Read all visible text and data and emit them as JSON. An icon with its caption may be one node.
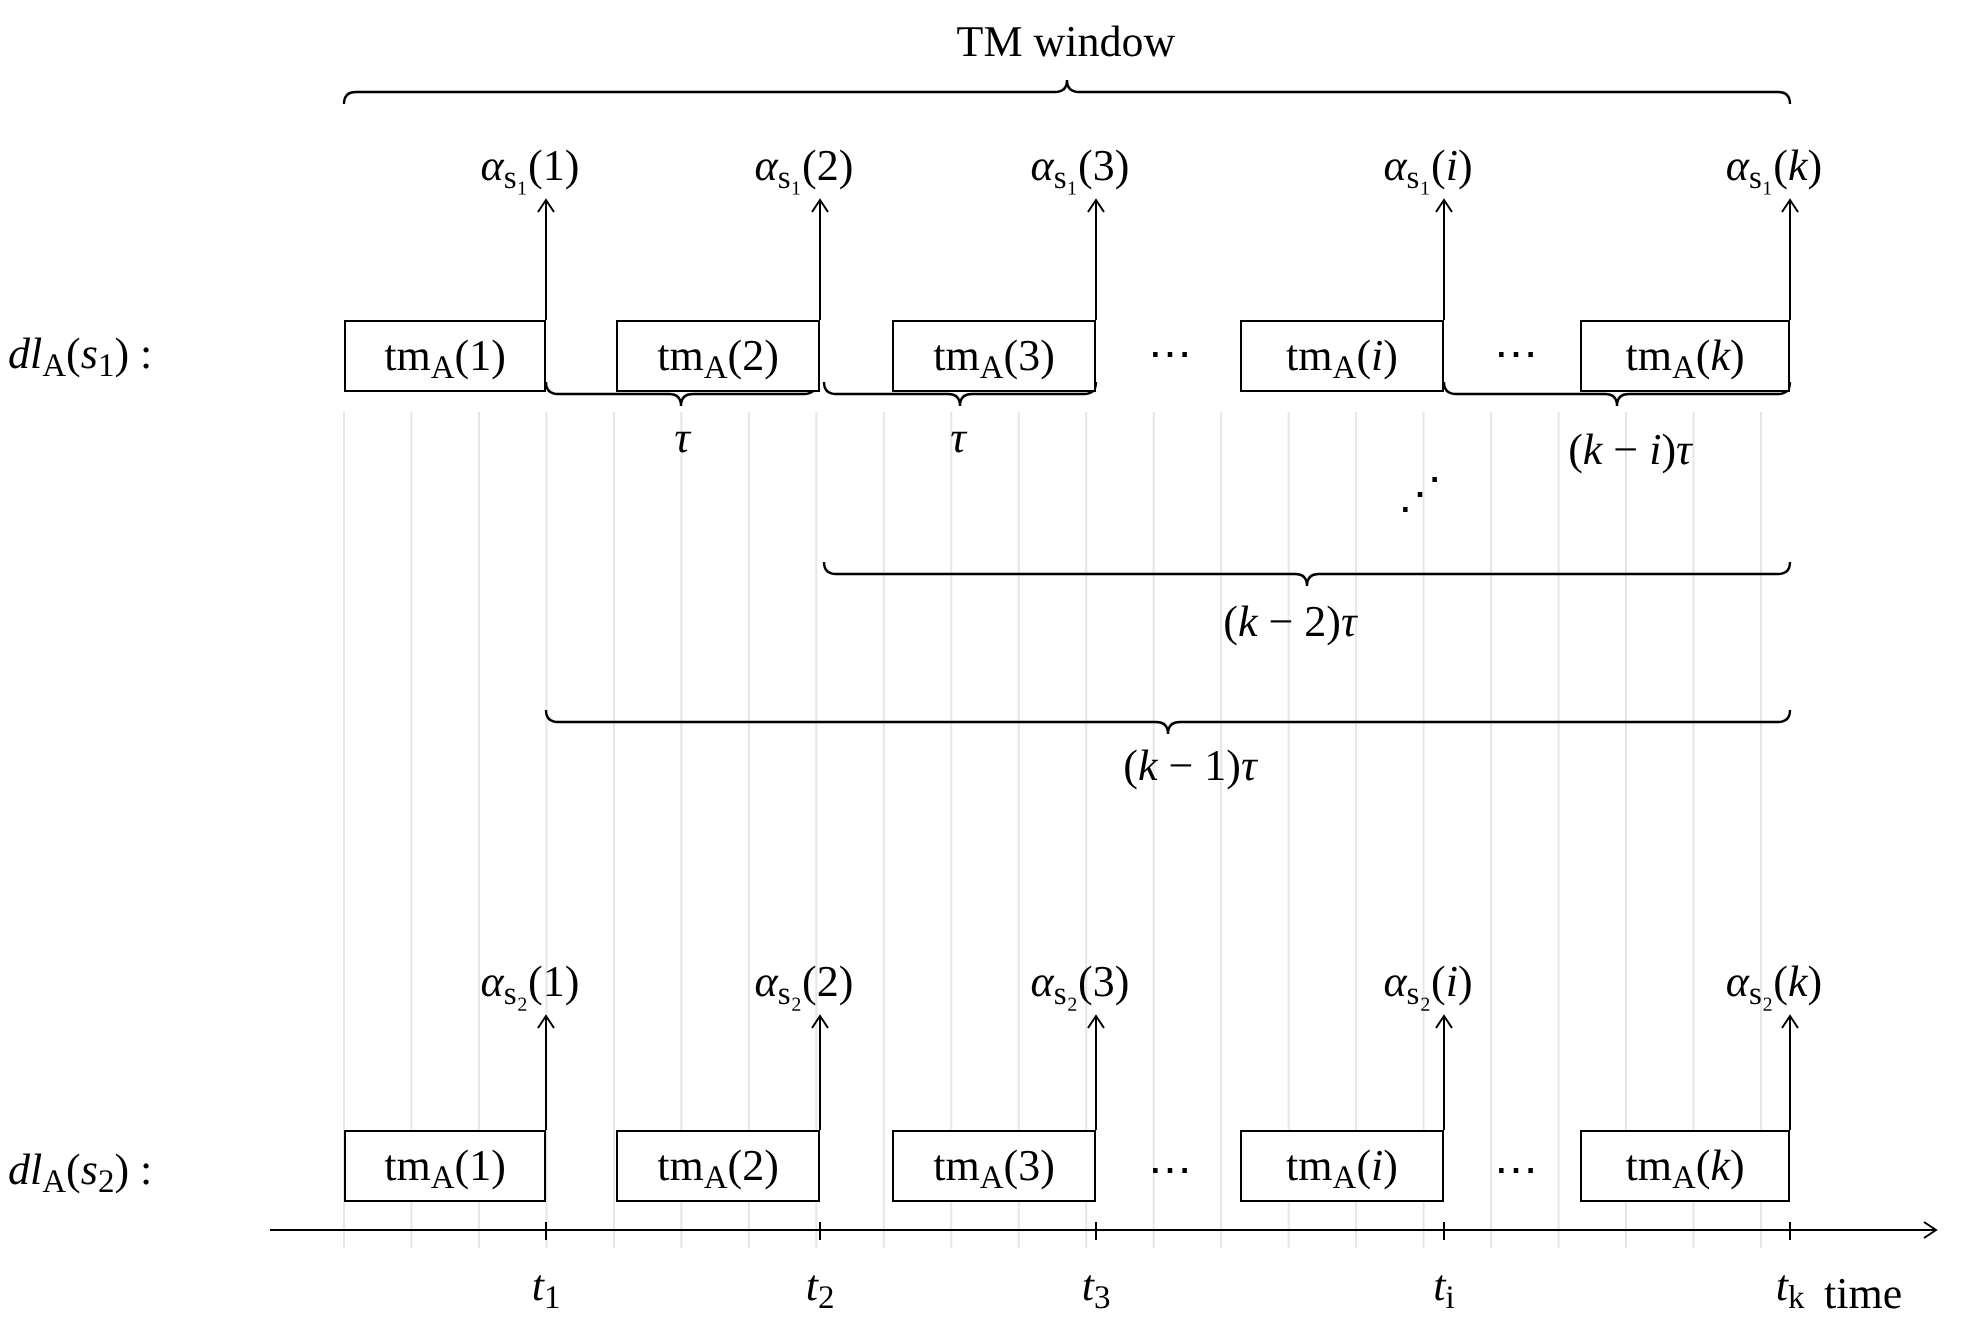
{
  "diagram": {
    "nodes": [
      {
        "text": [
          "*α*$_{s₁}$(1)"
        ]
      },
      {
        "text": [
          "*α*$_{s₁}$(2)"
        ]
      },
      {
        "text": [
          "*α*$_{s₁}$(3)"
        ]
      },
      {
        "text": [
          "*α*$_{s₁}$(*i*)"
        ]
      },
      {
        "text": [
          "*α*$_{s₁}$(*k*)"
        ]
      },
      {
        "text": [
          "tm$_{A}$(1)"
        ]
      },
      {
        "text": [
          "tm$_{A}$(2)"
        ]
      },
      {
        "text": [
          "tm$_{A}$(3)"
        ]
      },
      {
        "text": [
          "tm$_{A}$(*i*)"
        ]
      },
      {
        "text": [
          "tm$_{A}$(*k*)"
        ]
      },
      {
        "text": [
          "*α*$_{s₂}$(1)"
        ]
      },
      {
        "text": [
          "*α*$_{s₂}$(2)"
        ]
      },
      {
        "text": [
          "*α*$_{s₂}$(3)"
        ]
      },
      {
        "text": [
          "*α*$_{s₂}$(*i*)"
        ]
      },
      {
        "text": [
          "*α*$_{s₂}$(*k*)"
        ]
      },
      {
        "text": [
          "tm$_{A}$(1)"
        ]
      },
      {
        "text": [
          "tm$_{A}$(2)"
        ]
      },
      {
        "text": [
          "tm$_{A}$(3)"
        ]
      },
      {
        "text": [
          "tm$_{A}$(*i*)"
        ]
      },
      {
        "text": [
          "tm$_{A}$(*k*)"
        ]
      }
    ],
    "edges": [
      {
        "from": 5,
        "to": 0,
        "arrow": "to"
      },
      {
        "from": 6,
        "to": 1,
        "arrow": "to"
      },
      {
        "from": 7,
        "to": 2,
        "arrow": "to"
      },
      {
        "from": 8,
        "to": 3,
        "arrow": "to"
      },
      {
        "from": 9,
        "to": 4,
        "arrow": "to"
      },
      {
        "from": 15,
        "to": 10,
        "arrow": "to"
      },
      {
        "from": 16,
        "to": 11,
        "arrow": "to"
      },
      {
        "from": 17,
        "to": 12,
        "arrow": "to"
      },
      {
        "from": 18,
        "to": 13,
        "arrow": "to"
      },
      {
        "from": 19,
        "to": 14,
        "arrow": "to"
      }
    ],
    "labels": [
      "TM window",
      "*dl*$_{A}$(*s*$_{1}$) :",
      "⋯",
      "⋯",
      "*τ*",
      "*τ*",
      "(*k* − *i*)*τ*",
      "⋰",
      "(*k* − 2)*τ*",
      "(*k* − 1)*τ*",
      "*dl*$_{A}$(*s*$_{2}$) :",
      "⋯",
      "⋯",
      "*t*$_{1}$",
      "*t*$_{2}$",
      "*t*$_{3}$",
      "*t*$_{i}$",
      "*t*$_{k}$",
      "time"
    ]
  }
}
